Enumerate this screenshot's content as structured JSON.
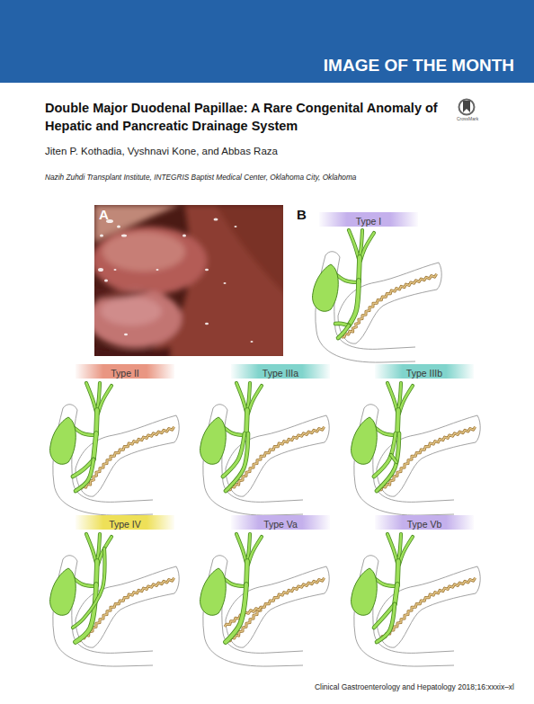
{
  "diagram": {
    "title": "Double Major Duodenal Papillae: A Rare Congenital Anomaly of Hepatic and Pancreatic Drainage System",
    "nodes": [
      {
        "text": [
          "IMAGE OF THE MONTH"
        ]
      },
      {
        "text": [
          "Type I"
        ]
      },
      {
        "text": [
          "Type II"
        ]
      },
      {
        "text": [
          "Type IIIa"
        ]
      },
      {
        "text": [
          "Type IIIb"
        ]
      },
      {
        "text": [
          "Type IV"
        ]
      },
      {
        "text": [
          "Type Va"
        ]
      },
      {
        "text": [
          "Type Vb"
        ]
      }
    ],
    "labels": [
      "CrossMark",
      "Jiten P. Kothadia, Vyshnavi Kone, and Abbas Raza",
      "Nazih Zuhdi Transplant Institute, INTEGRIS Baptist Medical Center, Oklahoma City, Oklahoma",
      "A",
      "B",
      "Clinical Gastroenterology and Hepatology 2018;16:xxxix–xl"
    ]
  }
}
